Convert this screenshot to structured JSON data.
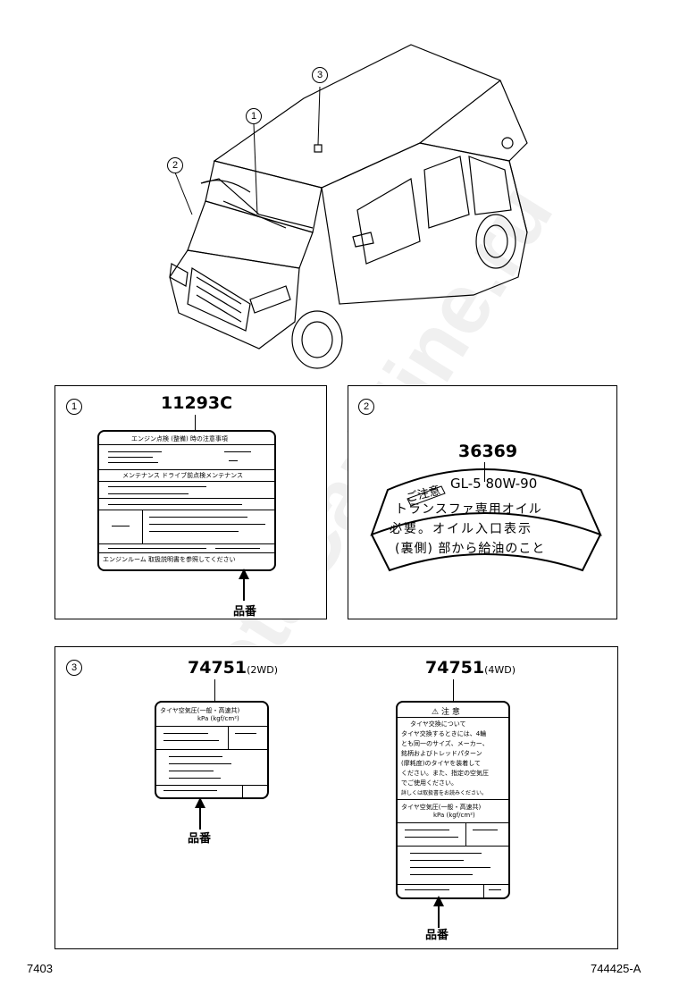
{
  "watermark": "ToyotaCarMine.ru",
  "car": {
    "callouts": [
      "1",
      "2",
      "3"
    ]
  },
  "panel1": {
    "index": "1",
    "part_number": "11293C",
    "hinban": "品番",
    "label_lines": [
      "エンジン点検 (整備) 時の注意事項",
      "メンテナンス  ドライブ前点検メンテナンス",
      "エンジンルーム  取扱説明書を参照してください"
    ]
  },
  "panel2": {
    "index": "2",
    "part_number": "36369",
    "caution": "ご注意",
    "oil_spec": "GL-5   80W-90",
    "line1": "トランスファ専用オイル",
    "line2": "必要。オイル入口表示",
    "line3": "(裏側) 部から給油のこと"
  },
  "panel3": {
    "index": "3",
    "left": {
      "part_number": "74751",
      "variant": "(2WD)",
      "header": "タイヤ空気圧(一般・高速共)",
      "unit": "kPa (kgf/cm²)",
      "hinban": "品番"
    },
    "right": {
      "part_number": "74751",
      "variant": "(4WD)",
      "warning_title": "注 意",
      "warning_lines": [
        "タイヤ交換について",
        "タイヤ交換するときには、4輪",
        "とも同一のサイズ、メーカー、",
        "銘柄およびトレッドパターン",
        "(摩耗度)のタイヤを装着して",
        "ください。また、指定の空気圧",
        "でご使用ください。",
        "詳しくは取扱書をお読みください。"
      ],
      "header": "タイヤ空気圧(一般・高速共)",
      "unit": "kPa (kgf/cm²)",
      "hinban": "品番"
    }
  },
  "footer": {
    "page_code": "7403",
    "drawing_id": "744425-A"
  }
}
